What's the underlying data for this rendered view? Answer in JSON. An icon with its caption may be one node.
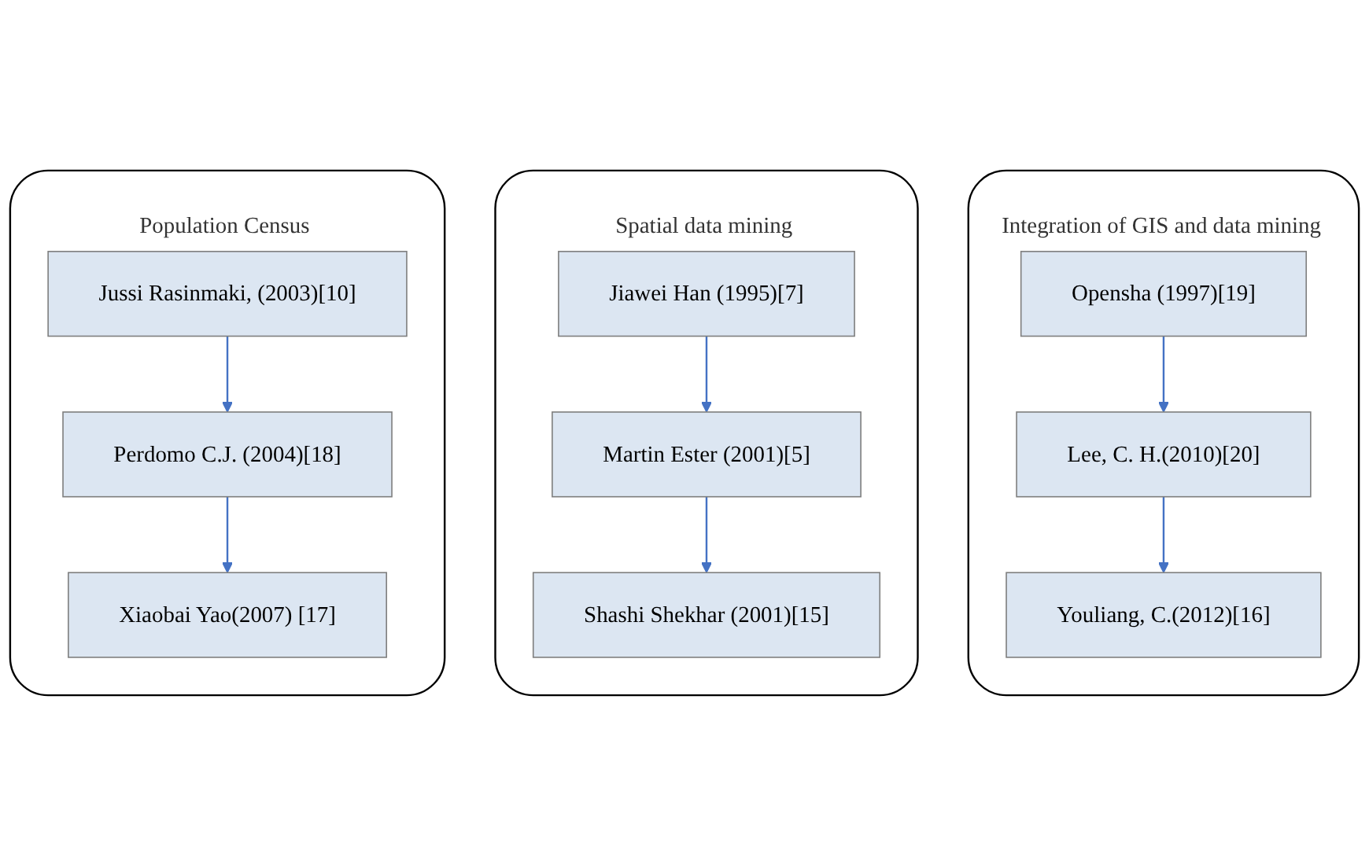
{
  "diagram": {
    "nodes": [
      {
        "text": [
          "Population Census"
        ]
      },
      {
        "text": [
          "Jussi Rasinmaki, (2003)[10]"
        ],
        "in": 0
      },
      {
        "text": [
          "Perdomo C.J. (2004)[18]"
        ],
        "in": 0
      },
      {
        "text": [
          "Xiaobai Yao(2007) [17]"
        ],
        "in": 0
      },
      {
        "text": [
          "Spatial data mining"
        ]
      },
      {
        "text": [
          "Jiawei Han (1995)[7]"
        ],
        "in": 4
      },
      {
        "text": [
          "Martin Ester (2001)[5]"
        ],
        "in": 4
      },
      {
        "text": [
          "Shashi Shekhar (2001)[15]"
        ],
        "in": 4
      },
      {
        "text": [
          "Integration of GIS and data mining"
        ]
      },
      {
        "text": [
          "Opensha (1997)[19]"
        ],
        "in": 8
      },
      {
        "text": [
          "Lee, C. H.(2010)[20]"
        ],
        "in": 8
      },
      {
        "text": [
          "Youliang, C.(2012)[16]"
        ],
        "in": 8
      }
    ],
    "edges": [
      {
        "from": 1,
        "to": 2,
        "arrow": "to"
      },
      {
        "from": 2,
        "to": 3,
        "arrow": "to"
      },
      {
        "from": 5,
        "to": 6,
        "arrow": "to"
      },
      {
        "from": 6,
        "to": 7,
        "arrow": "to"
      },
      {
        "from": 9,
        "to": 10,
        "arrow": "to"
      },
      {
        "from": 10,
        "to": 11,
        "arrow": "to"
      }
    ]
  }
}
